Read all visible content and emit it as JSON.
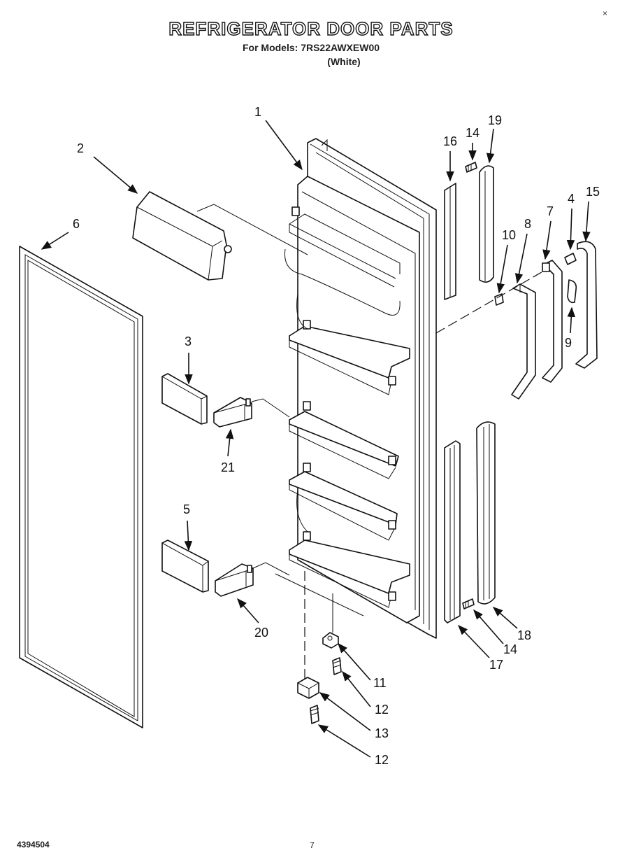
{
  "header": {
    "title": "REFRIGERATOR DOOR PARTS",
    "models_line": "For Models: 7RS22AWXEW00",
    "color_line": "(White)"
  },
  "footer": {
    "doc_number": "4394504",
    "page_number": "7"
  },
  "corner_mark": "×",
  "callouts": [
    {
      "id": "c1",
      "text": "1"
    },
    {
      "id": "c2",
      "text": "2"
    },
    {
      "id": "c3",
      "text": "3"
    },
    {
      "id": "c4",
      "text": "4"
    },
    {
      "id": "c5",
      "text": "5"
    },
    {
      "id": "c6",
      "text": "6"
    },
    {
      "id": "c7",
      "text": "7"
    },
    {
      "id": "c8",
      "text": "8"
    },
    {
      "id": "c9",
      "text": "9"
    },
    {
      "id": "c10",
      "text": "10"
    },
    {
      "id": "c11",
      "text": "11"
    },
    {
      "id": "c12a",
      "text": "12"
    },
    {
      "id": "c12b",
      "text": "12"
    },
    {
      "id": "c13",
      "text": "13"
    },
    {
      "id": "c14a",
      "text": "14"
    },
    {
      "id": "c14b",
      "text": "14"
    },
    {
      "id": "c15",
      "text": "15"
    },
    {
      "id": "c16",
      "text": "16"
    },
    {
      "id": "c17",
      "text": "17"
    },
    {
      "id": "c18",
      "text": "18"
    },
    {
      "id": "c19",
      "text": "19"
    },
    {
      "id": "c20",
      "text": "20"
    },
    {
      "id": "c21",
      "text": "21"
    }
  ]
}
